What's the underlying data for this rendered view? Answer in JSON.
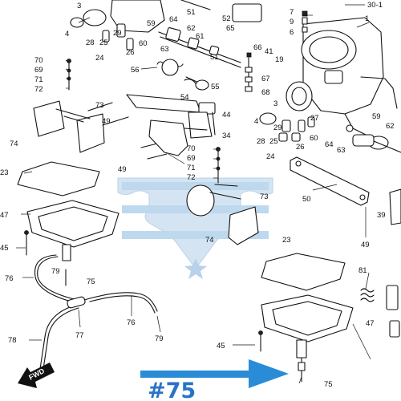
{
  "callouts": {
    "c30_1": "30-1",
    "c1": "1",
    "c7": "7",
    "c9": "9",
    "c6": "6",
    "c3a": "3",
    "c4a": "4",
    "c28a": "28",
    "c25a": "25",
    "c29a": "29",
    "c24a": "24",
    "c26a": "26",
    "c60a": "60",
    "c64a": "64",
    "c62a": "62",
    "c61": "61",
    "c59a": "59",
    "c51a": "51",
    "c52": "52",
    "c65": "65",
    "c63a": "63",
    "c51b": "51",
    "c66": "66",
    "c41": "41",
    "c19": "19",
    "c67": "67",
    "c68": "68",
    "c56": "56",
    "c70a": "70",
    "c69a": "69",
    "c71a": "71",
    "c72a": "72",
    "c73a": "73",
    "c74a": "74",
    "c49a": "49",
    "c44": "44",
    "c54": "54",
    "c55": "55",
    "c34": "34",
    "c49b": "49",
    "c70b": "70",
    "c69b": "69",
    "c71b": "71",
    "c72b": "72",
    "c73b": "73",
    "c74b": "74",
    "c3b": "3",
    "c4b": "4",
    "c29b": "29",
    "c27": "27",
    "c28b": "28",
    "c25b": "25",
    "c26b": "26",
    "c60b": "60",
    "c24b": "24",
    "c59b": "59",
    "c62b": "62",
    "c64b": "64",
    "c63b": "63",
    "c50": "50",
    "c39": "39",
    "c23a": "23",
    "c47a": "47",
    "c45a": "45",
    "c76a": "76",
    "c79a": "79",
    "c75a": "75",
    "c77": "77",
    "c76b": "76",
    "c79b": "79",
    "c78": "78",
    "c49c": "49",
    "c23b": "23",
    "c81": "81",
    "c47b": "47",
    "c45b": "45",
    "c75b": "75"
  },
  "fwd_label": "FWD",
  "highlight_label": "#75",
  "colors": {
    "highlight": "#2a73c6",
    "watermark": "#bcd6ec",
    "ink": "#111111"
  }
}
